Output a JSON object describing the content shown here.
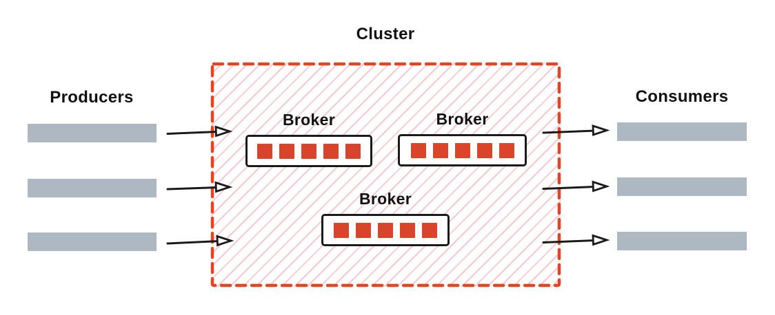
{
  "diagram": {
    "producers": {
      "label": "Producers",
      "count": 3
    },
    "consumers": {
      "label": "Consumers",
      "count": 3
    },
    "cluster": {
      "label": "Cluster",
      "brokers": [
        {
          "label": "Broker",
          "partitions": 5
        },
        {
          "label": "Broker",
          "partitions": 5
        },
        {
          "label": "Broker",
          "partitions": 5
        }
      ]
    },
    "flows": {
      "producer_arrows": 3,
      "consumer_arrows": 3
    },
    "colors": {
      "cluster_border": "#E8431F",
      "hatch": "#F6C9D2",
      "partition": "#D9452A",
      "bar": "#ADB8C3",
      "line": "#1A1A1A"
    }
  }
}
